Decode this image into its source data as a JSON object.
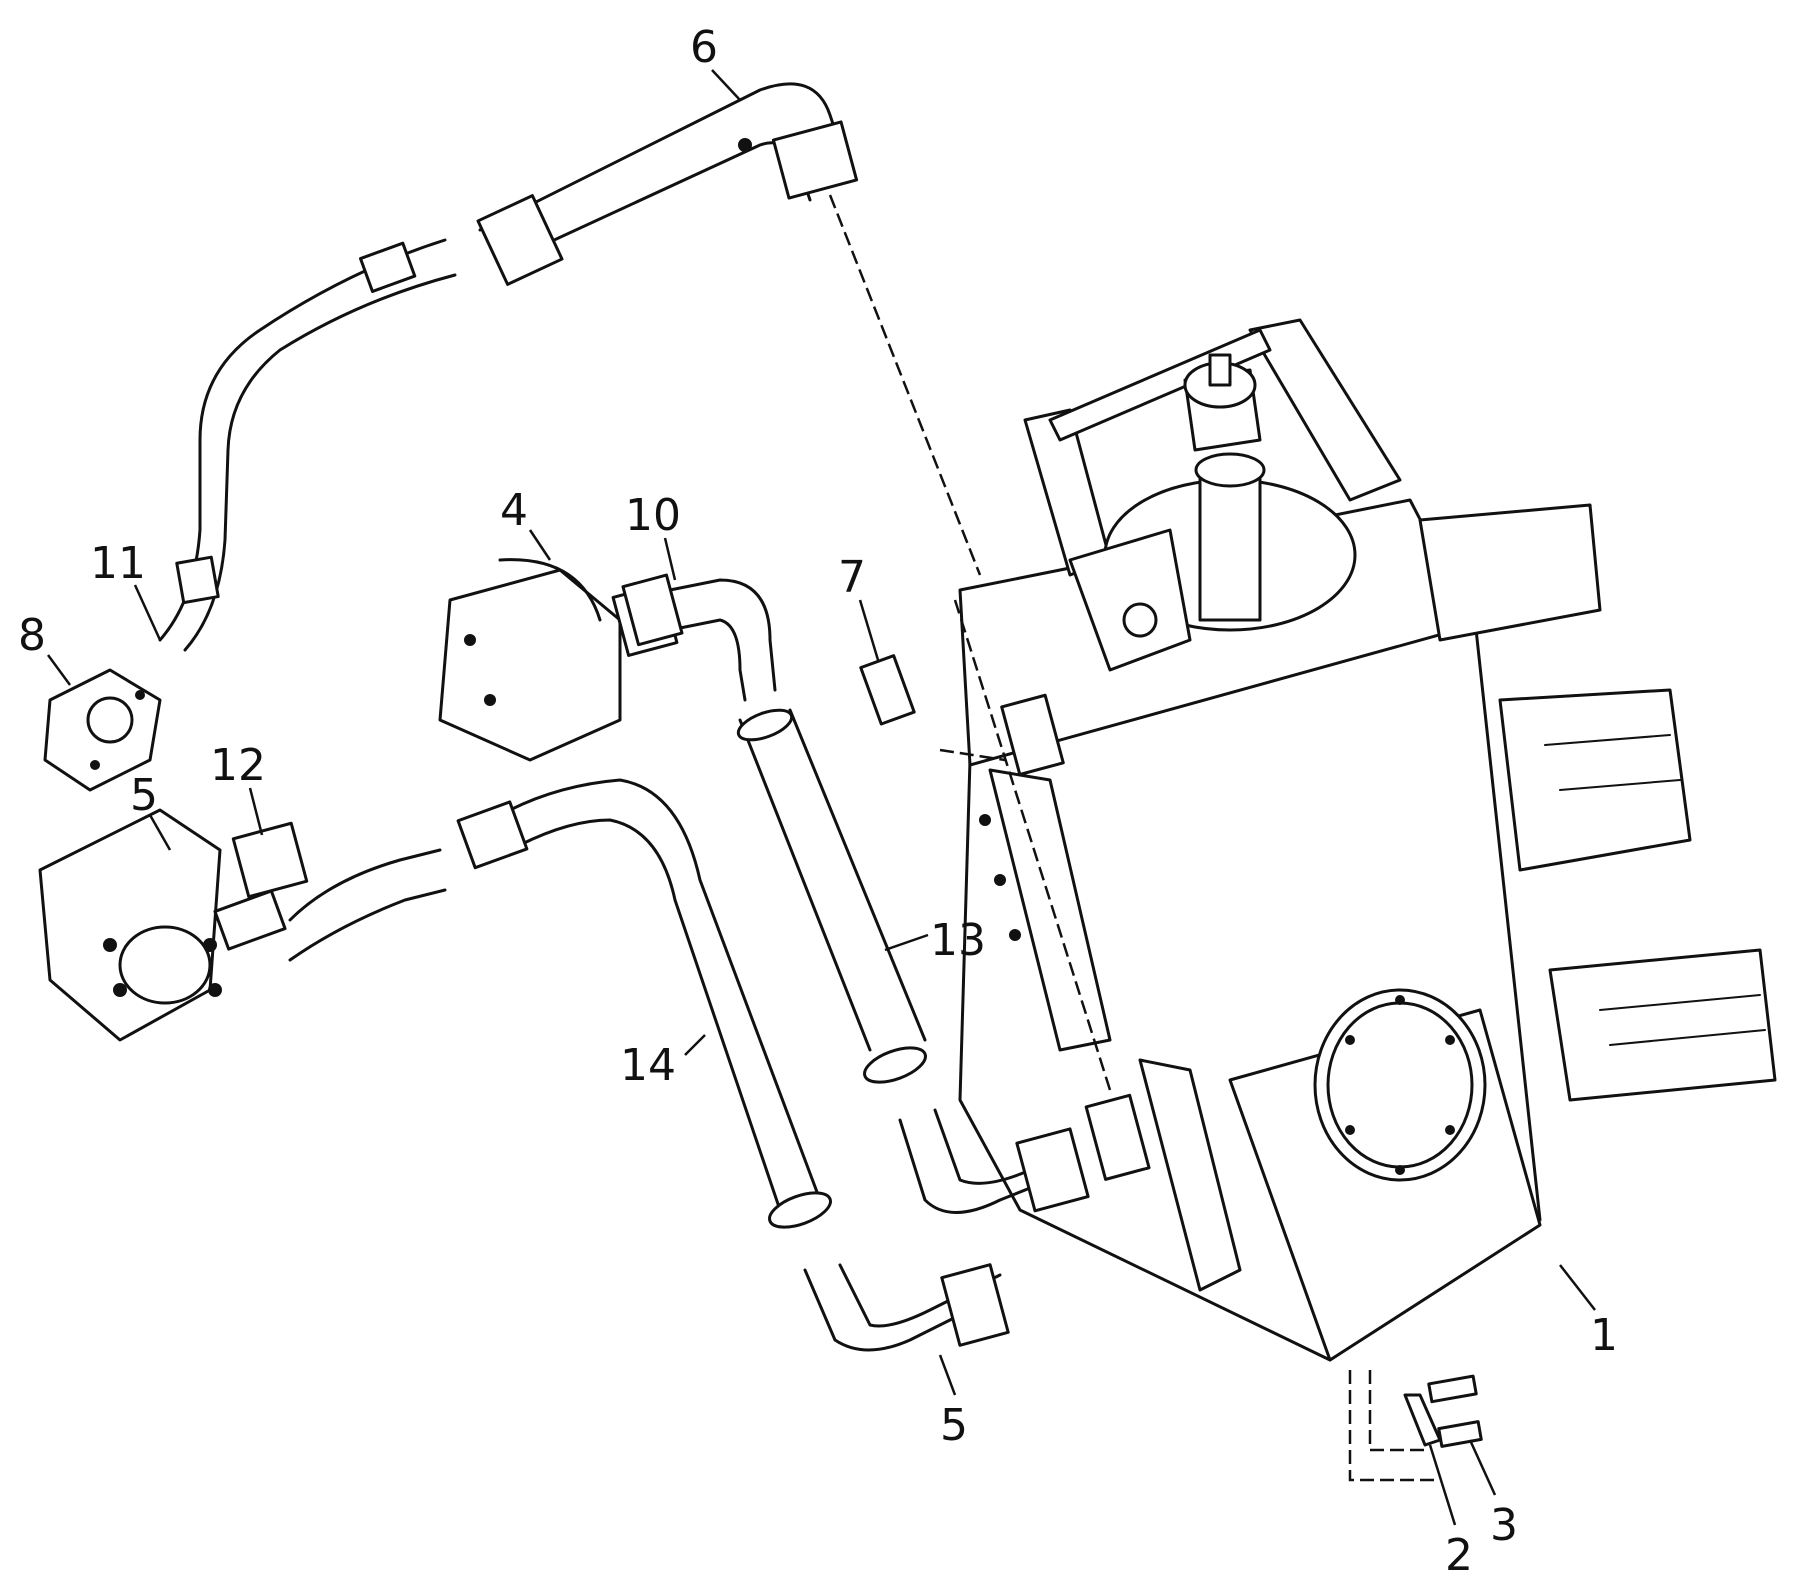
{
  "figure": {
    "callouts": {
      "c1": "1",
      "c2": "2",
      "c3": "3",
      "c4": "4",
      "c5_lower": "5",
      "c5_left": "5",
      "c6": "6",
      "c7": "7",
      "c8": "8",
      "c10": "10",
      "c11": "11",
      "c12": "12",
      "c13": "13",
      "c14": "14"
    }
  }
}
